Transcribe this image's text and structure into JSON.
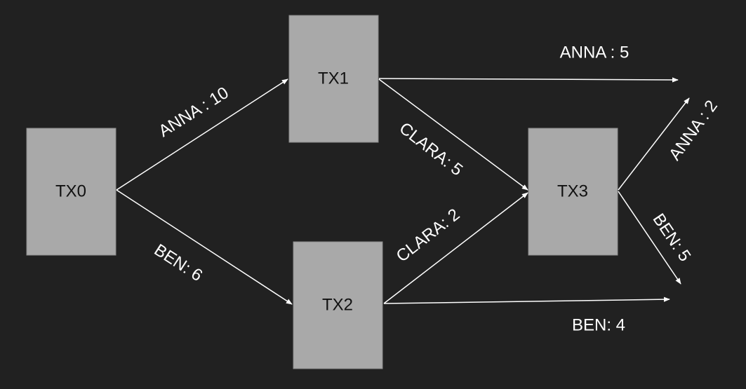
{
  "colors": {
    "background": "#212121",
    "node_fill": "#a9a9a9",
    "arrow": "#ffffff",
    "label_text": "#ffffff",
    "node_text": "#111111"
  },
  "nodes": [
    {
      "id": "tx0",
      "label": "TX0"
    },
    {
      "id": "tx1",
      "label": "TX1"
    },
    {
      "id": "tx2",
      "label": "TX2"
    },
    {
      "id": "tx3",
      "label": "TX3"
    }
  ],
  "edges": [
    {
      "from": "tx0",
      "to": "tx1",
      "label": "ANNA : 10"
    },
    {
      "from": "tx0",
      "to": "tx2",
      "label": "BEN: 6"
    },
    {
      "from": "tx1",
      "to": "output",
      "label": "ANNA : 5"
    },
    {
      "from": "tx1",
      "to": "tx3",
      "label": "CLARA: 5"
    },
    {
      "from": "tx2",
      "to": "tx3",
      "label": "CLARA: 2"
    },
    {
      "from": "tx2",
      "to": "output",
      "label": "BEN: 4"
    },
    {
      "from": "tx3",
      "to": "output",
      "label": "ANNA : 2"
    },
    {
      "from": "tx3",
      "to": "output",
      "label": "BEN: 5"
    }
  ]
}
